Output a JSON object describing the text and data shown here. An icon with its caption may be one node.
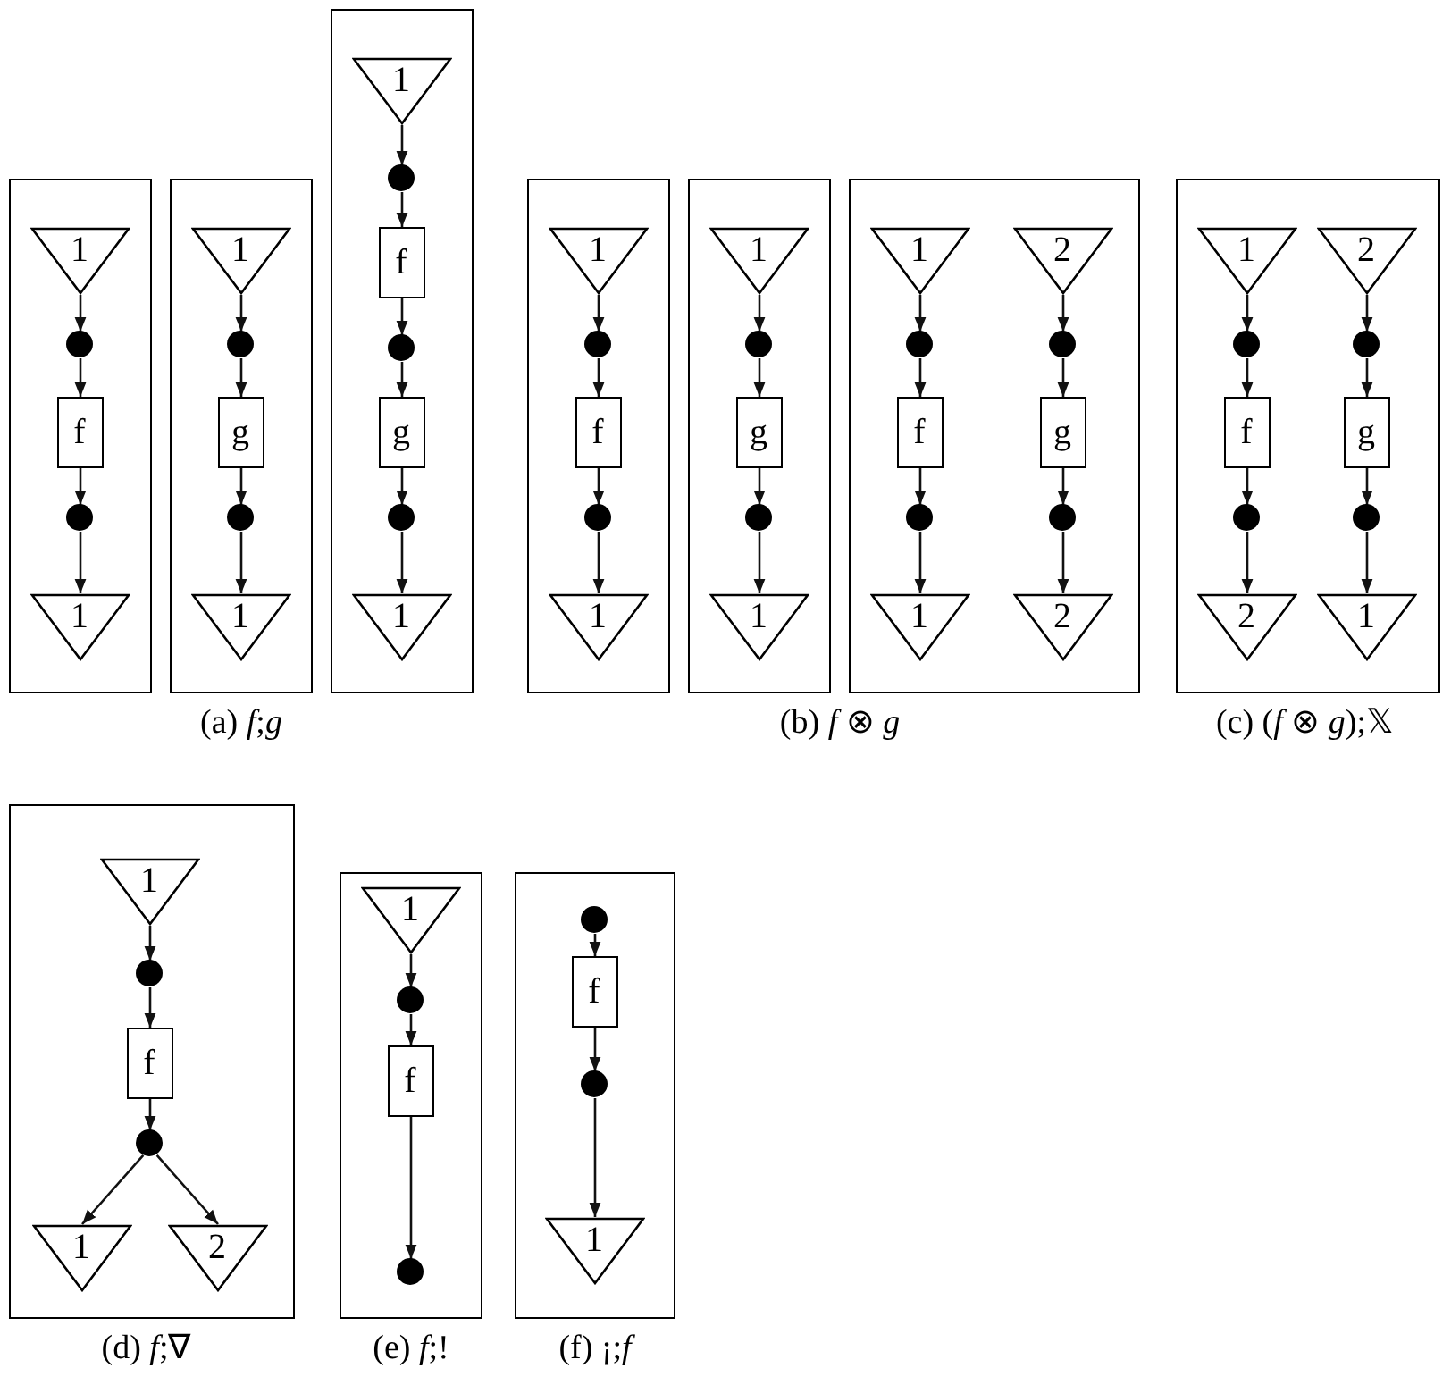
{
  "diagram": {
    "nodes": [
      {
        "text": [],
        "shape": "box"
      },
      {
        "text": [
          "1"
        ],
        "in": 0
      },
      {
        "text": [],
        "shape": "circle",
        "in": 0
      },
      {
        "text": [
          "f"
        ],
        "in": 0
      },
      {
        "text": [],
        "shape": "circle",
        "in": 0
      },
      {
        "text": [
          "1"
        ],
        "in": 0
      },
      {
        "text": [],
        "shape": "box"
      },
      {
        "text": [
          "1"
        ],
        "in": 6
      },
      {
        "text": [],
        "shape": "circle",
        "in": 6
      },
      {
        "text": [
          "g"
        ],
        "in": 6
      },
      {
        "text": [],
        "shape": "circle",
        "in": 6
      },
      {
        "text": [
          "1"
        ],
        "in": 6
      },
      {
        "text": [],
        "shape": "box"
      },
      {
        "text": [
          "1"
        ],
        "in": 12
      },
      {
        "text": [],
        "shape": "circle",
        "in": 12
      },
      {
        "text": [
          "f"
        ],
        "in": 12
      },
      {
        "text": [],
        "shape": "circle",
        "in": 12
      },
      {
        "text": [
          "g"
        ],
        "in": 12
      },
      {
        "text": [],
        "shape": "circle",
        "in": 12
      },
      {
        "text": [
          "1"
        ],
        "in": 12
      },
      {
        "text": [],
        "shape": "box"
      },
      {
        "text": [
          "1"
        ],
        "in": 20
      },
      {
        "text": [],
        "shape": "circle",
        "in": 20
      },
      {
        "text": [
          "f"
        ],
        "in": 20
      },
      {
        "text": [],
        "shape": "circle",
        "in": 20
      },
      {
        "text": [
          "1"
        ],
        "in": 20
      },
      {
        "text": [],
        "shape": "box"
      },
      {
        "text": [
          "1"
        ],
        "in": 26
      },
      {
        "text": [],
        "shape": "circle",
        "in": 26
      },
      {
        "text": [
          "g"
        ],
        "in": 26
      },
      {
        "text": [],
        "shape": "circle",
        "in": 26
      },
      {
        "text": [
          "1"
        ],
        "in": 26
      },
      {
        "text": [],
        "shape": "box"
      },
      {
        "text": [
          "1"
        ],
        "in": 32
      },
      {
        "text": [
          "2"
        ],
        "in": 32
      },
      {
        "text": [],
        "shape": "circle",
        "in": 32
      },
      {
        "text": [],
        "shape": "circle",
        "in": 32
      },
      {
        "text": [
          "f"
        ],
        "in": 32
      },
      {
        "text": [
          "g"
        ],
        "in": 32
      },
      {
        "text": [],
        "shape": "circle",
        "in": 32
      },
      {
        "text": [],
        "shape": "circle",
        "in": 32
      },
      {
        "text": [
          "1"
        ],
        "in": 32
      },
      {
        "text": [
          "2"
        ],
        "in": 32
      },
      {
        "text": [],
        "shape": "box"
      },
      {
        "text": [
          "1"
        ],
        "in": 43
      },
      {
        "text": [
          "2"
        ],
        "in": 43
      },
      {
        "text": [],
        "shape": "circle",
        "in": 43
      },
      {
        "text": [],
        "shape": "circle",
        "in": 43
      },
      {
        "text": [
          "f"
        ],
        "in": 43
      },
      {
        "text": [
          "g"
        ],
        "in": 43
      },
      {
        "text": [],
        "shape": "circle",
        "in": 43
      },
      {
        "text": [],
        "shape": "circle",
        "in": 43
      },
      {
        "text": [
          "2"
        ],
        "in": 43
      },
      {
        "text": [
          "1"
        ],
        "in": 43
      },
      {
        "text": [],
        "shape": "box"
      },
      {
        "text": [
          "1"
        ],
        "in": 54
      },
      {
        "text": [],
        "shape": "circle",
        "in": 54
      },
      {
        "text": [
          "f"
        ],
        "in": 54
      },
      {
        "text": [],
        "shape": "circle",
        "in": 54
      },
      {
        "text": [
          "1"
        ],
        "in": 54
      },
      {
        "text": [
          "2"
        ],
        "in": 54
      },
      {
        "text": [],
        "shape": "box"
      },
      {
        "text": [
          "1"
        ],
        "in": 61
      },
      {
        "text": [],
        "shape": "circle",
        "in": 61
      },
      {
        "text": [
          "f"
        ],
        "in": 61
      },
      {
        "text": [],
        "shape": "circle",
        "in": 61
      },
      {
        "text": [],
        "shape": "box"
      },
      {
        "text": [],
        "shape": "circle",
        "in": 66
      },
      {
        "text": [
          "f"
        ],
        "in": 66
      },
      {
        "text": [],
        "shape": "circle",
        "in": 66
      },
      {
        "text": [
          "1"
        ],
        "in": 66
      }
    ],
    "edges": [
      {
        "from": 1,
        "to": 2,
        "arrow": "to"
      },
      {
        "from": 2,
        "to": 3,
        "arrow": "to"
      },
      {
        "from": 3,
        "to": 4,
        "arrow": "to"
      },
      {
        "from": 4,
        "to": 5,
        "arrow": "to"
      },
      {
        "from": 7,
        "to": 8,
        "arrow": "to"
      },
      {
        "from": 8,
        "to": 9,
        "arrow": "to"
      },
      {
        "from": 9,
        "to": 10,
        "arrow": "to"
      },
      {
        "from": 10,
        "to": 11,
        "arrow": "to"
      },
      {
        "from": 13,
        "to": 14,
        "arrow": "to"
      },
      {
        "from": 14,
        "to": 15,
        "arrow": "to"
      },
      {
        "from": 15,
        "to": 16,
        "arrow": "to"
      },
      {
        "from": 16,
        "to": 17,
        "arrow": "to"
      },
      {
        "from": 17,
        "to": 18,
        "arrow": "to"
      },
      {
        "from": 18,
        "to": 19,
        "arrow": "to"
      },
      {
        "from": 21,
        "to": 22,
        "arrow": "to"
      },
      {
        "from": 22,
        "to": 23,
        "arrow": "to"
      },
      {
        "from": 23,
        "to": 24,
        "arrow": "to"
      },
      {
        "from": 24,
        "to": 25,
        "arrow": "to"
      },
      {
        "from": 27,
        "to": 28,
        "arrow": "to"
      },
      {
        "from": 28,
        "to": 29,
        "arrow": "to"
      },
      {
        "from": 29,
        "to": 30,
        "arrow": "to"
      },
      {
        "from": 30,
        "to": 31,
        "arrow": "to"
      },
      {
        "from": 33,
        "to": 35,
        "arrow": "to"
      },
      {
        "from": 35,
        "to": 37,
        "arrow": "to"
      },
      {
        "from": 37,
        "to": 39,
        "arrow": "to"
      },
      {
        "from": 39,
        "to": 41,
        "arrow": "to"
      },
      {
        "from": 34,
        "to": 36,
        "arrow": "to"
      },
      {
        "from": 36,
        "to": 38,
        "arrow": "to"
      },
      {
        "from": 38,
        "to": 40,
        "arrow": "to"
      },
      {
        "from": 40,
        "to": 42,
        "arrow": "to"
      },
      {
        "from": 44,
        "to": 46,
        "arrow": "to"
      },
      {
        "from": 46,
        "to": 48,
        "arrow": "to"
      },
      {
        "from": 48,
        "to": 50,
        "arrow": "to"
      },
      {
        "from": 50,
        "to": 52,
        "arrow": "to"
      },
      {
        "from": 45,
        "to": 47,
        "arrow": "to"
      },
      {
        "from": 47,
        "to": 49,
        "arrow": "to"
      },
      {
        "from": 49,
        "to": 51,
        "arrow": "to"
      },
      {
        "from": 51,
        "to": 53,
        "arrow": "to"
      },
      {
        "from": 55,
        "to": 56,
        "arrow": "to"
      },
      {
        "from": 56,
        "to": 57,
        "arrow": "to"
      },
      {
        "from": 57,
        "to": 58,
        "arrow": "to"
      },
      {
        "from": 58,
        "to": 59,
        "arrow": "to"
      },
      {
        "from": 58,
        "to": 60,
        "arrow": "to"
      },
      {
        "from": 62,
        "to": 63,
        "arrow": "to"
      },
      {
        "from": 63,
        "to": 64,
        "arrow": "to"
      },
      {
        "from": 64,
        "to": 65,
        "arrow": "to"
      },
      {
        "from": 67,
        "to": 68,
        "arrow": "to"
      },
      {
        "from": 68,
        "to": 69,
        "arrow": "to"
      },
      {
        "from": 69,
        "to": 70,
        "arrow": "to"
      }
    ],
    "labels": [
      "(a) *f*;*g*",
      "(b) *f* ⊗ *g*",
      "(c) (*f* ⊗ *g*);𝕏",
      "(d) *f*;∇",
      "(e) *f*;!",
      "(f) ¡;*f*"
    ]
  }
}
